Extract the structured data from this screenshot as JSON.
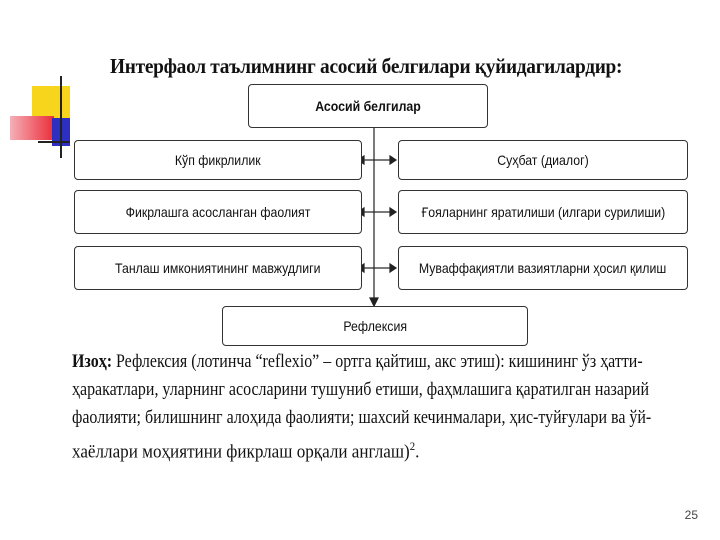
{
  "title": "Интерфаол таълимнинг асосий белгилари қуйидагилардир:",
  "diagram": {
    "root": "Асосий белгилар",
    "left": [
      "Кўп фикрлилик",
      "Фикрлашга асосланган фаолият",
      "Танлаш имкониятининг мавжудлиги"
    ],
    "right": [
      "Суҳбат (диалог)",
      "Ғояларнинг яратилиши (илгари сурилиши)",
      "Муваффақиятли вазиятларни ҳосил қилиш"
    ],
    "bottom": "Рефлексия"
  },
  "note": {
    "label": "Изоҳ:",
    "line1": "Рефлексия (лотинча “reflexio” – ортга қайтиш, акс этиш): кишининг ўз ҳатти-",
    "line2": "ҳаракатлари, уларнинг асосларини тушуниб етиши, фаҳмлашига қаратилган назарий",
    "line3": "фаолияти; билишнинг алоҳида фаолияти; шахсий кечинмалари, ҳис-туйғулари ва ўй-",
    "line4": "хаёллари моҳиятини фикрлаш орқали англаш)",
    "footnote": "2",
    "end": "."
  },
  "page_number": "25",
  "colors": {
    "deco_yellow": "#f7d51d",
    "deco_red": "#f0606a",
    "deco_blue": "#2d2fc0"
  }
}
